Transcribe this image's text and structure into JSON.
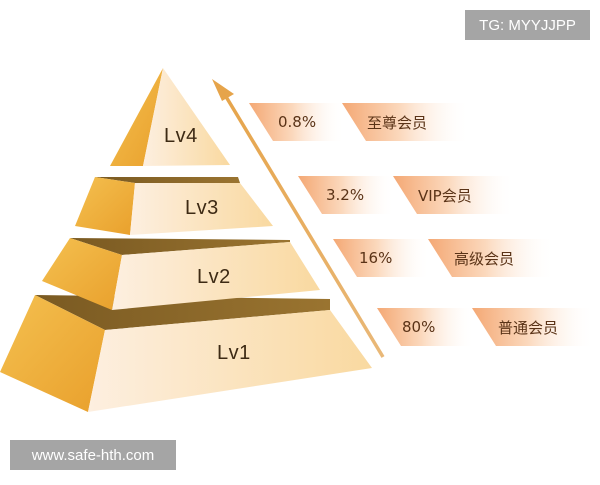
{
  "watermarks": {
    "top_right": "TG: MYYJJPP",
    "bottom_left": "www.safe-hth.com"
  },
  "pyramid": {
    "levels": [
      {
        "label": "Lv4",
        "percent": "0.8%",
        "tier": "至尊会员"
      },
      {
        "label": "Lv3",
        "percent": "3.2%",
        "tier": "VIP会员"
      },
      {
        "label": "Lv2",
        "percent": "16%",
        "tier": "高级会员"
      },
      {
        "label": "Lv1",
        "percent": "80%",
        "tier": "普通会员"
      }
    ],
    "arrow": "up-arrow"
  },
  "colors": {
    "side_gold": "#eeaa33",
    "front_light": "#fdf0dc",
    "top_dark": "#8a6a2a",
    "tag_orange": "#f4b07e",
    "arrow": "#e8b670",
    "text_dark": "#5a3317"
  }
}
